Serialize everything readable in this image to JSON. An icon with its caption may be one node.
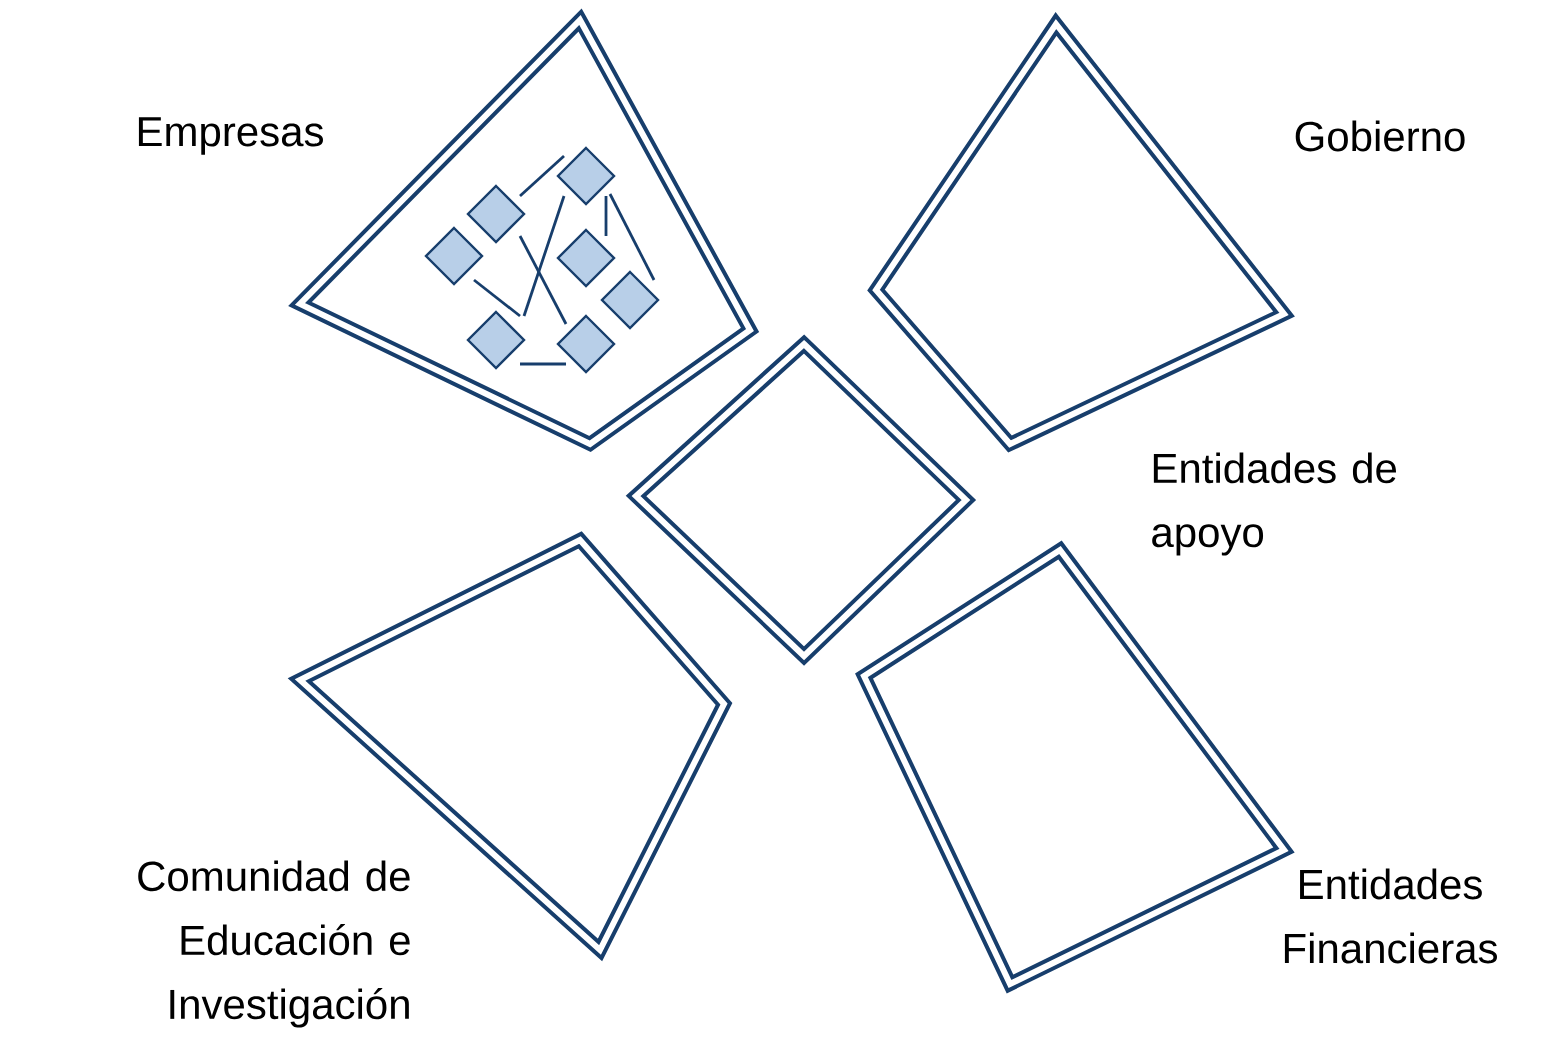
{
  "diagram": {
    "nodes": [
      {
        "text": [
          "Empresas"
        ]
      },
      {
        "text": [
          "Gobierno"
        ]
      },
      {
        "text": [],
        "shape": "diamond"
      },
      {
        "text": [
          "Entidades de apoyo"
        ]
      },
      {
        "text": [
          "Comunidad de Educación e Investigación"
        ]
      },
      {
        "text": [
          "Entidades Financieras"
        ]
      }
    ]
  }
}
